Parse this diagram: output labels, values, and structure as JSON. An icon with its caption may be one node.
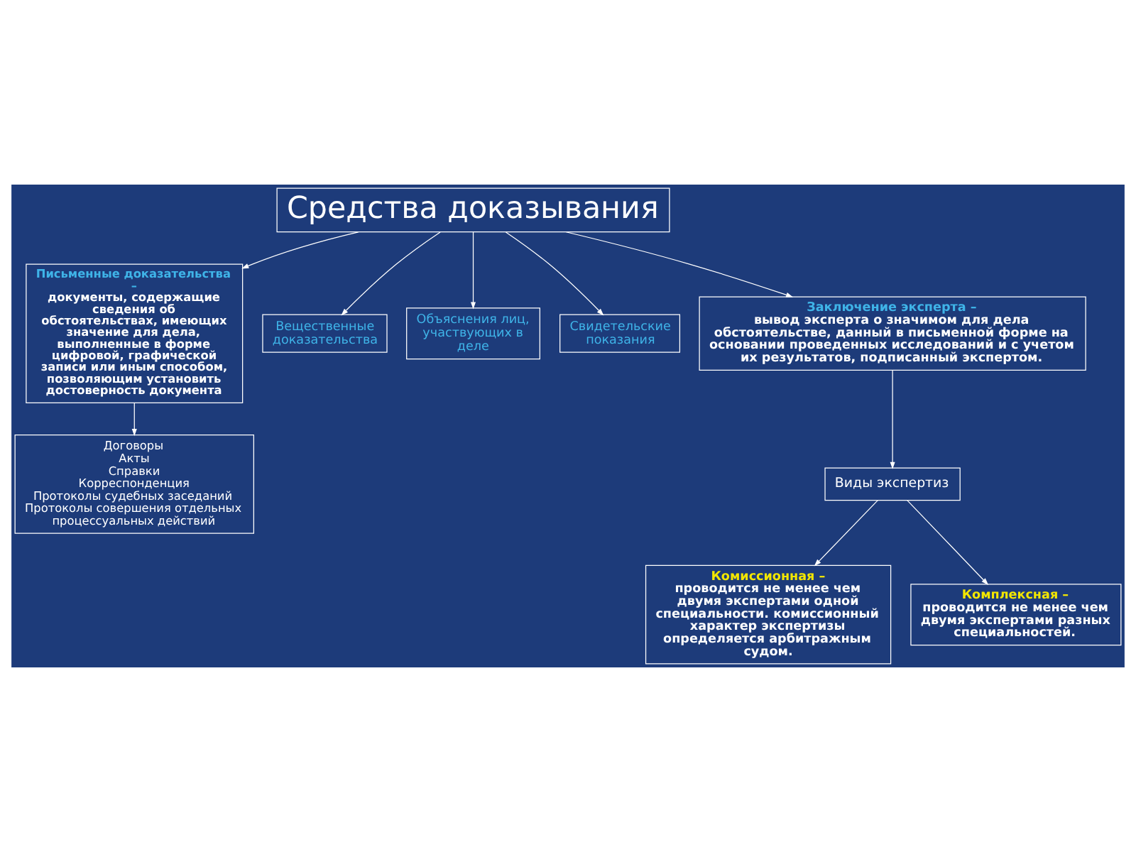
{
  "diagram": {
    "nodes": [
      {
        "text": [
          "Средства доказывания"
        ]
      },
      {
        "text": [
          "Письменные доказательства –",
          "документы, содержащие сведения об обстоятельствах, имеющих значение для дела, выполненные в форме цифровой, графической записи или иным способом, позволяющим установить достоверность документа"
        ]
      },
      {
        "text": [
          "Договоры",
          "Акты",
          "Справки",
          "Корреспонденция",
          "Протоколы судебных заседаний",
          "Протоколы совершения отдельных процессуальных действий"
        ]
      },
      {
        "text": [
          "Вещественные доказательства"
        ]
      },
      {
        "text": [
          "Объяснения лиц, участвующих в деле"
        ]
      },
      {
        "text": [
          "Свидетельские показания"
        ]
      },
      {
        "text": [
          "Заключение эксперта –",
          "вывод эксперта о значимом для дела обстоятельстве, данный в письменной форме на основании проведенных исследований и с учетом их результатов, подписанный экспертом."
        ]
      },
      {
        "text": [
          "Виды экспертиз"
        ]
      },
      {
        "text": [
          "Комиссионная –",
          "проводится не менее чем двумя экспертами одной специальности. комиссионный характер экспертизы определяется арбитражным судом."
        ]
      },
      {
        "text": [
          "Комплексная –",
          "проводится не менее чем двумя экспертами разных специальностей."
        ]
      }
    ],
    "edges": [
      {
        "from": 0,
        "to": 1,
        "arrow": "to"
      },
      {
        "from": 0,
        "to": 3,
        "arrow": "to"
      },
      {
        "from": 0,
        "to": 4,
        "arrow": "to"
      },
      {
        "from": 0,
        "to": 5,
        "arrow": "to"
      },
      {
        "from": 0,
        "to": 6,
        "arrow": "to"
      },
      {
        "from": 1,
        "to": 2,
        "arrow": "to"
      },
      {
        "from": 6,
        "to": 7,
        "arrow": "to"
      },
      {
        "from": 7,
        "to": 8,
        "arrow": "to"
      },
      {
        "from": 7,
        "to": 9,
        "arrow": "to"
      }
    ]
  }
}
